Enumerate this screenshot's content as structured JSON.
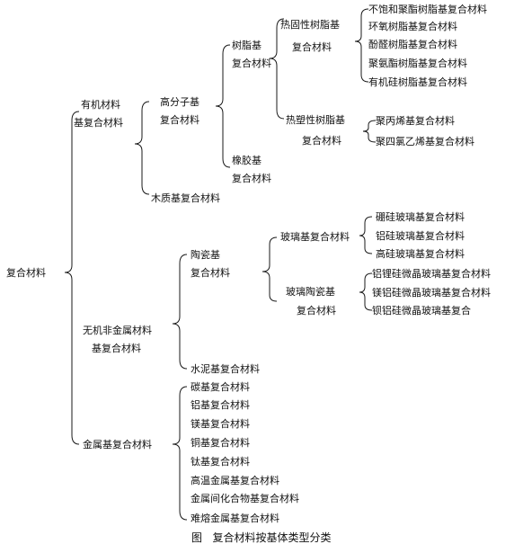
{
  "root": "复合材料",
  "organic": {
    "label1": "有机材料",
    "label2": "基复合材料",
    "polymer": {
      "label1": "高分子基",
      "label2": "复合材料",
      "resin": {
        "label1": "树脂基",
        "label2": "复合材料",
        "thermoset": {
          "label1": "热固性树脂基",
          "label2": "复合材料",
          "items": [
            "不饱和聚酯树脂基复合材料",
            "环氧树脂基复合材料",
            "酚醛树脂基复合材料",
            "聚氨酯树脂基复合材料",
            "有机硅树脂基复合材料"
          ]
        },
        "thermoplastic": {
          "label1": "热塑性树脂基",
          "label2": "复合材料",
          "items": [
            "聚丙烯基复合材料",
            "聚四氯乙烯基复合材料"
          ]
        }
      },
      "rubber": {
        "label1": "橡胶基",
        "label2": "复合材料"
      }
    },
    "wood": "木质基复合材料"
  },
  "inorganic": {
    "label1": "无机非金属材料",
    "label2": "基复合材料",
    "ceramic": {
      "label1": "陶瓷基",
      "label2": "复合材料",
      "glass": {
        "label": "玻璃基复合材料",
        "items": [
          "硼硅玻璃基复合材料",
          "铝硅玻璃基复合材料",
          "高硅玻璃基复合材料"
        ]
      },
      "glassceramic": {
        "label1": "玻璃陶瓷基",
        "label2": "复合材料",
        "items": [
          "铝锂硅微晶玻璃基复合材料",
          "镁铝硅微晶玻璃基复合材料",
          "钡铝硅微晶玻璃基复合"
        ]
      }
    },
    "cement": "水泥基复合材料"
  },
  "metal": {
    "label": "金属基复合材料",
    "items": [
      "碳基复合材料",
      "铝基复合材料",
      "镁基复合材料",
      "铜基复合材料",
      "钛基复合材料",
      "高温金属基复合材料",
      "金属间化合物基复合材料",
      "难熔金属基复合材料"
    ]
  },
  "caption": "图   复合材料按基体类型分类"
}
